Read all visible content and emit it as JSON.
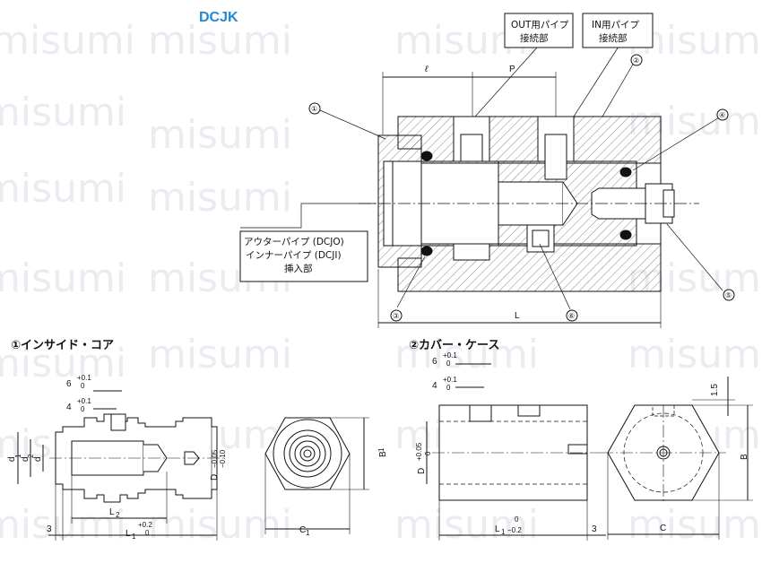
{
  "title": "DCJK",
  "watermark": "misumi",
  "labels": {
    "out_pipe_l1": "OUT用パイプ",
    "out_pipe_l2": "接続部",
    "in_pipe_l1": "IN用パイプ",
    "in_pipe_l2": "接続部",
    "insert_l1": "アウターパイプ (DCJO)",
    "insert_l2": "インナーパイプ (DCJI)",
    "insert_l3": "挿入部"
  },
  "callouts": [
    "①",
    "②",
    "③",
    "④",
    "⑤",
    "⑥"
  ],
  "sections": {
    "inside_core": "①インサイド・コア",
    "cover_case": "②カバー・ケース"
  },
  "dims": {
    "ell": "ℓ",
    "P": "P",
    "L": "L",
    "d": "d",
    "d1": "d",
    "d1_sub": "1",
    "d2": "d",
    "d2_sub": "2",
    "D": "D",
    "B1": "B",
    "B1_sub": "1",
    "B": "B",
    "C1": "C",
    "C1_sub": "1",
    "C": "C",
    "L1": "L",
    "L1_sub": "1",
    "L2": "L",
    "L2_sub": "2",
    "six": "6",
    "four": "4",
    "three": "3",
    "one_five": "1.5",
    "tol_plus01": "+0.1",
    "tol_zero": "0",
    "tol_plus02": "+0.2",
    "tol_m005": "−0.05",
    "tol_m010": "−0.10",
    "tol_p005": "+0.05",
    "tol_m02": "−0.2"
  }
}
